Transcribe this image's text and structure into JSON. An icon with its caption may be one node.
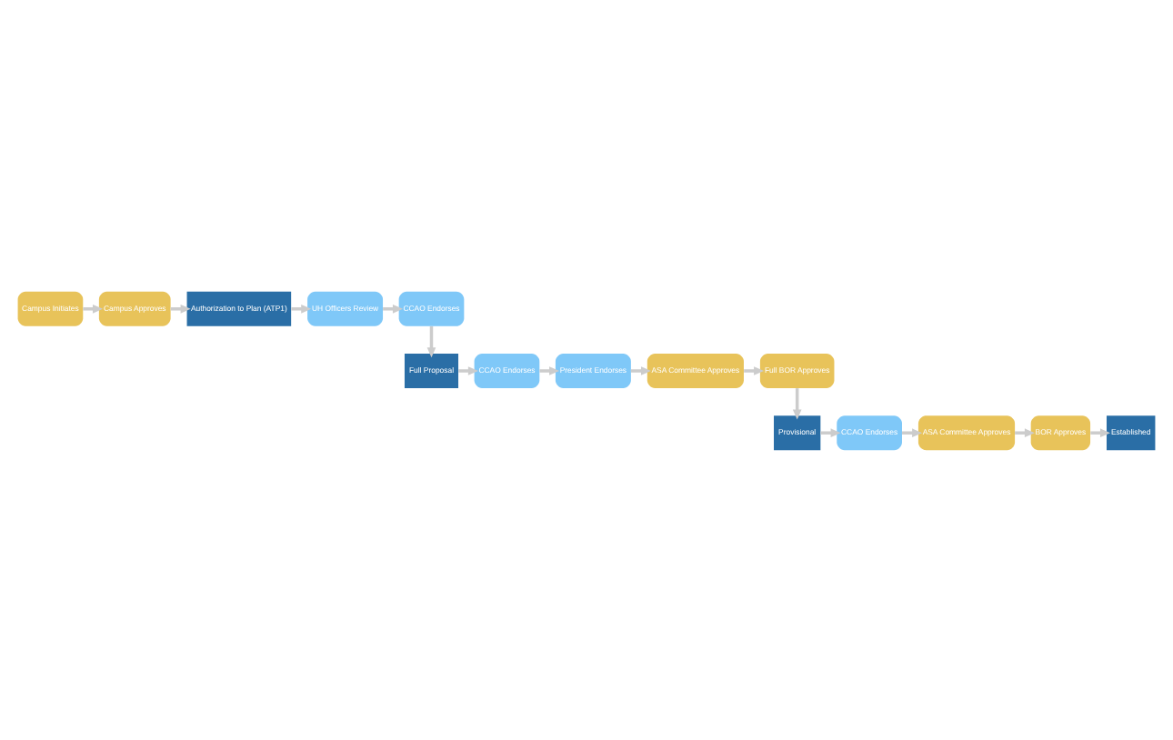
{
  "diagram": {
    "nodes": [
      {
        "text": [
          "Campus Initiates"
        ]
      },
      {
        "text": [
          "Campus Approves"
        ]
      },
      {
        "text": [
          "Authorization to Plan (ATP1)"
        ]
      },
      {
        "text": [
          "UH Officers Review"
        ]
      },
      {
        "text": [
          "CCAO Endorses"
        ]
      },
      {
        "text": [
          "Full Proposal"
        ]
      },
      {
        "text": [
          "CCAO Endorses"
        ]
      },
      {
        "text": [
          "President Endorses"
        ]
      },
      {
        "text": [
          "ASA Committee Approves"
        ]
      },
      {
        "text": [
          "Full BOR Approves"
        ]
      },
      {
        "text": [
          "Provisional"
        ]
      },
      {
        "text": [
          "CCAO Endorses"
        ]
      },
      {
        "text": [
          "ASA Committee Approves"
        ]
      },
      {
        "text": [
          "BOR Approves"
        ]
      },
      {
        "text": [
          "Established"
        ]
      }
    ],
    "edges": [
      {
        "from": 0,
        "to": 1,
        "arrow": "to"
      },
      {
        "from": 1,
        "to": 2,
        "arrow": "to"
      },
      {
        "from": 2,
        "to": 3,
        "arrow": "to"
      },
      {
        "from": 3,
        "to": 4,
        "arrow": "to"
      },
      {
        "from": 4,
        "to": 5,
        "arrow": "to"
      },
      {
        "from": 5,
        "to": 6,
        "arrow": "to"
      },
      {
        "from": 6,
        "to": 7,
        "arrow": "to"
      },
      {
        "from": 7,
        "to": 8,
        "arrow": "to"
      },
      {
        "from": 8,
        "to": 9,
        "arrow": "to"
      },
      {
        "from": 9,
        "to": 10,
        "arrow": "to"
      },
      {
        "from": 10,
        "to": 11,
        "arrow": "to"
      },
      {
        "from": 11,
        "to": 12,
        "arrow": "to"
      },
      {
        "from": 12,
        "to": 13,
        "arrow": "to"
      },
      {
        "from": 13,
        "to": 14,
        "arrow": "to"
      }
    ]
  }
}
